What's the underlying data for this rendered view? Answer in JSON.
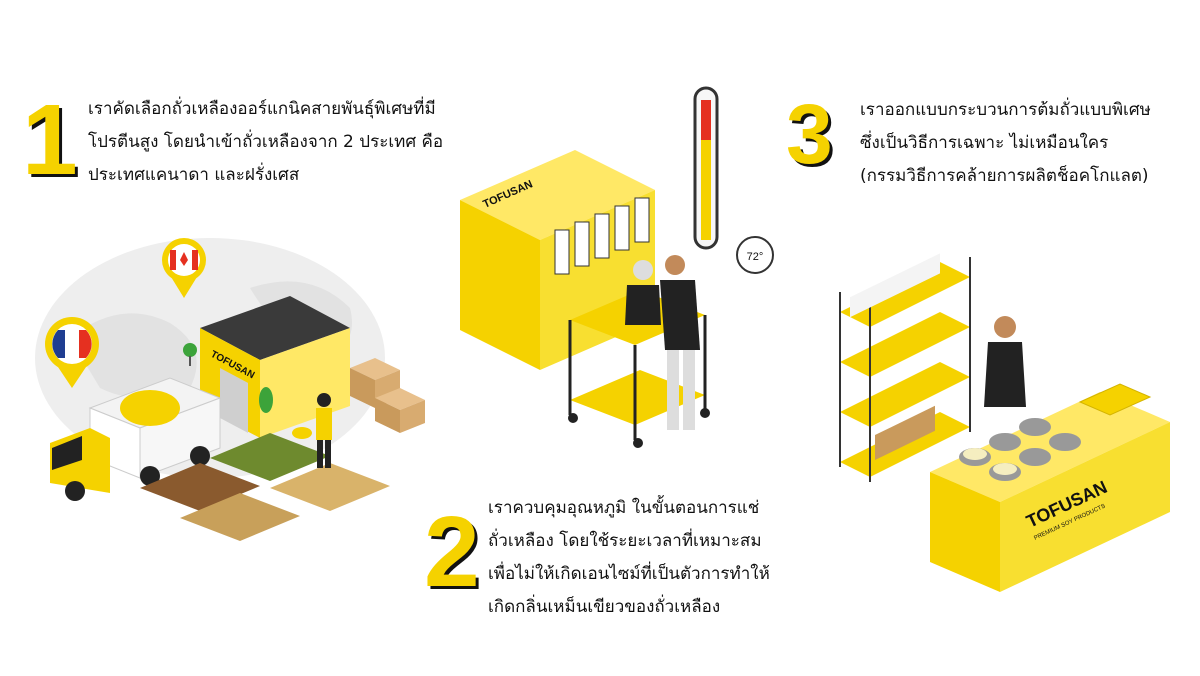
{
  "steps": [
    {
      "number": "1",
      "lines": [
        "เราคัดเลือกถั่วเหลืองออร์แกนิคสายพันธุ์พิเศษที่มี",
        "โปรตีนสูง  โดยนำเข้าถั่วเหลืองจาก 2 ประเทศ คือ",
        "ประเทศแคนาดา และฝรั่งเศส"
      ]
    },
    {
      "number": "2",
      "lines": [
        "เราควบคุมอุณหภูมิ ในขั้นตอนการแช่",
        "ถั่วเหลือง โดยใช้ระยะเวลาที่เหมาะสม",
        "เพื่อไม่ให้เกิดเอนไซม์ที่เป็นตัวการทำให้",
        "เกิดกลิ่นเหม็นเขียวของถั่วเหลือง"
      ]
    },
    {
      "number": "3",
      "lines": [
        " เราออกแบบกระบวนการต้มถั่วแบบพิเศษ",
        "ซึ่งเป็นวิธีการเฉพาะ ไม่เหมือนใคร",
        "(กรรมวิธีการคล้ายการผลิตช็อคโกแลต)"
      ]
    }
  ],
  "brand": {
    "name": "TOFUSAN",
    "tagline": "PREMIUM SOY PRODUCTS"
  },
  "thermometer_readout": "72°",
  "colors": {
    "accent_yellow": "#f5d200",
    "dark": "#111111",
    "thermo_red": "#e53020"
  },
  "icons": [
    "canada-flag-pin-icon",
    "france-flag-pin-icon"
  ]
}
